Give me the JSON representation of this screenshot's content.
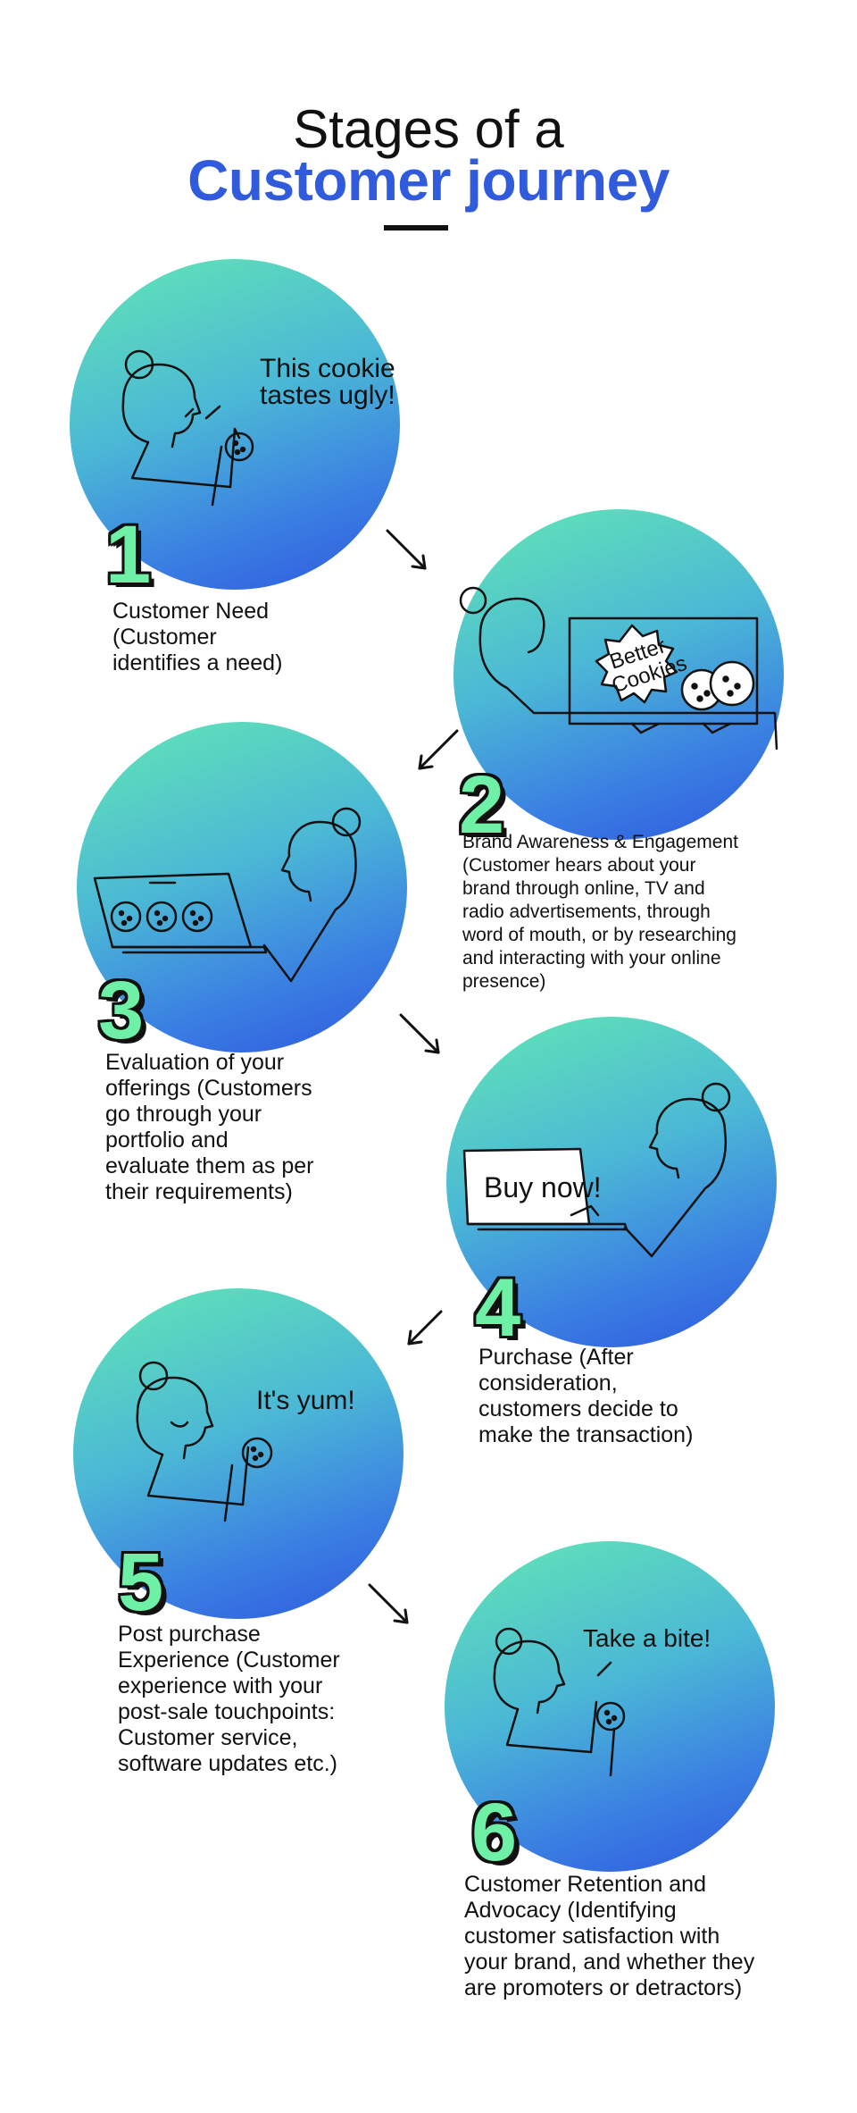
{
  "title": {
    "line1": "Stages of a",
    "line2": "Customer journey"
  },
  "colors": {
    "accent": "#2f5bdc",
    "number_fill": "#6ff0a7",
    "circle_top": "#62e7b4",
    "circle_bottom": "#2f58de"
  },
  "stages": [
    {
      "number": "1",
      "speech": [
        "This cookie",
        "tastes ugly!"
      ],
      "description": "Customer Need\n(Customer\nidentifies a need)"
    },
    {
      "number": "2",
      "sign": [
        "Better",
        "Cookies"
      ],
      "description": "Brand Awareness & Engagement\n(Customer hears about your\nbrand through online, TV and\nradio advertisements, through\nword of mouth, or by researching\nand interacting with your online\npresence)"
    },
    {
      "number": "3",
      "description": "Evaluation of your\nofferings (Customers\ngo through your\nportfolio and\nevaluate them as per\ntheir requirements)"
    },
    {
      "number": "4",
      "screen_text": "Buy now!",
      "description": "Purchase (After\nconsideration,\ncustomers decide to\nmake the transaction)"
    },
    {
      "number": "5",
      "speech": [
        "It's yum!"
      ],
      "description": "Post purchase\nExperience (Customer\nexperience with your\npost-sale touchpoints:\nCustomer service,\nsoftware updates etc.)"
    },
    {
      "number": "6",
      "speech": [
        "Take a bite!"
      ],
      "description": "Customer Retention and\nAdvocacy (Identifying\ncustomer satisfaction with\nyour brand, and whether they\nare promoters or detractors)"
    }
  ]
}
